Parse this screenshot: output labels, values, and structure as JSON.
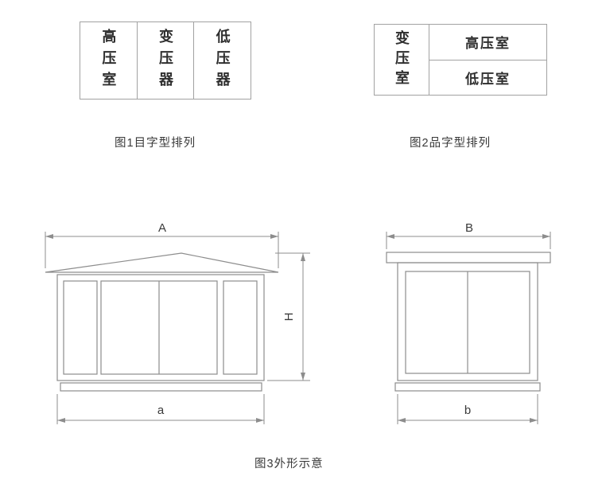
{
  "colors": {
    "background": "#ffffff",
    "drawing_line": "#8d8d8d",
    "table_border": "#a2a2a2",
    "text": "#333333"
  },
  "figure1": {
    "caption": "图1目字型排列",
    "cells": [
      {
        "label": "高压室"
      },
      {
        "label": "变压器"
      },
      {
        "label": "低压器"
      }
    ]
  },
  "figure2": {
    "caption": "图2品字型排列",
    "left_cell": "变压室",
    "right_cells": [
      {
        "label": "高压室"
      },
      {
        "label": "低压室"
      }
    ]
  },
  "figure3": {
    "caption": "图3外形示意",
    "left_drawing": {
      "width_label": "A",
      "height_label": "H",
      "base_label": "a"
    },
    "right_drawing": {
      "width_label": "B",
      "base_label": "b"
    }
  }
}
